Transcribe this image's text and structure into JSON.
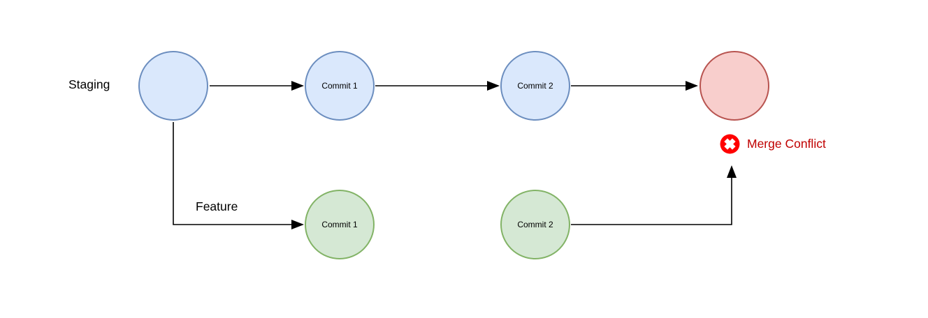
{
  "diagram": {
    "kind": "git-branch-merge-conflict-flowchart"
  },
  "branches": {
    "staging": {
      "label": "Staging"
    },
    "feature": {
      "label": "Feature"
    }
  },
  "nodes": {
    "staging_start": {
      "label": "",
      "branch": "staging"
    },
    "staging_commit1": {
      "label": "Commit 1",
      "branch": "staging"
    },
    "staging_commit2": {
      "label": "Commit 2",
      "branch": "staging"
    },
    "merge_result": {
      "label": "",
      "branch": "staging",
      "status": "conflict"
    },
    "feature_commit1": {
      "label": "Commit 1",
      "branch": "feature"
    },
    "feature_commit2": {
      "label": "Commit 2",
      "branch": "feature"
    }
  },
  "edges": [
    {
      "from": "staging_start",
      "to": "staging_commit1"
    },
    {
      "from": "staging_commit1",
      "to": "staging_commit2"
    },
    {
      "from": "staging_commit2",
      "to": "merge_result"
    },
    {
      "from": "staging_start",
      "to": "feature_commit1",
      "label": "Feature"
    },
    {
      "from": "feature_commit2",
      "to": "merge_conflict_icon"
    }
  ],
  "merge_conflict": {
    "label": "Merge Conflict",
    "icon": "error-x-icon"
  },
  "colors": {
    "background": "#ffffff",
    "arrow": "#000000",
    "staging_node_fill": "#dae8fc",
    "staging_node_stroke": "#6c8ebf",
    "feature_node_fill": "#d5e8d4",
    "feature_node_stroke": "#82b366",
    "conflict_node_fill": "#f8cecc",
    "conflict_node_stroke": "#b85450",
    "conflict_text": "#c00000",
    "error_icon_fill": "#ff0000",
    "error_icon_x": "#ffffff"
  }
}
